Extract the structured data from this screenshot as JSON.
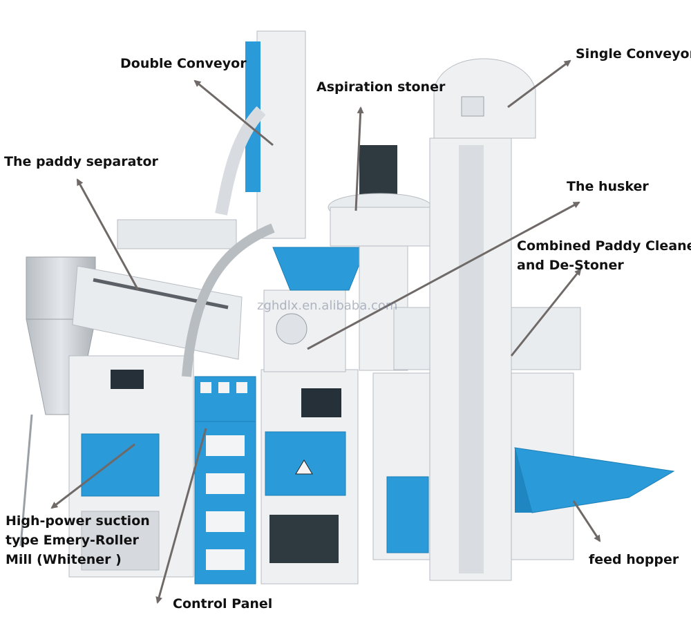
{
  "colors": {
    "machine_white": "#eef0f2",
    "machine_shadow": "#c9ced4",
    "accent_blue": "#2a9ad8",
    "arrow": "#6f6a68",
    "motor": "#2f3a40"
  },
  "labels": {
    "double_conveyor": "Double Conveyor",
    "aspiration_stoner": "Aspiration stoner",
    "single_conveyor": "Single Conveyor",
    "paddy_separator": "The paddy separator",
    "husker": "The husker",
    "combined_line1": "Combined Paddy Cleane",
    "combined_line2": "and De-Stoner",
    "mill_line1": "High-power suction",
    "mill_line2": "type Emery-Roller",
    "mill_line3": "Mill (Whitener )",
    "control_panel": "Control Panel",
    "feed_hopper": "feed hopper"
  },
  "watermark": "zghdlx.en.alibaba.com",
  "icons": {
    "arrow": "arrow-icon",
    "warning": "warning-triangle-icon"
  }
}
